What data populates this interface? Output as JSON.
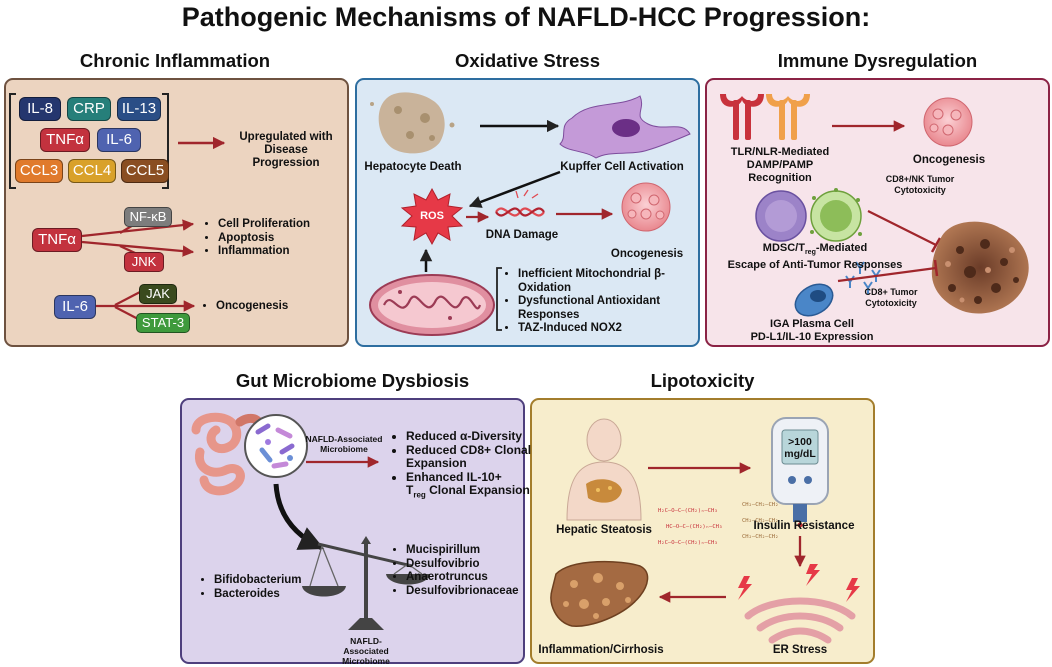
{
  "title": "Pathogenic Mechanisms of NAFLD-HCC Progression:",
  "chronic": {
    "title": "Chronic Inflammation",
    "cytokines": [
      "IL-8",
      "CRP",
      "IL-13",
      "TNFα",
      "IL-6",
      "CCL3",
      "CCL4",
      "CCL5"
    ],
    "upregulated": "Upregulated with Disease Progression",
    "tnf": "TNFα",
    "nfkb": "NF-κB",
    "jnk": "JNK",
    "tnf_effects": [
      "Cell Proliferation",
      "Apoptosis",
      "Inflammation"
    ],
    "il6": "IL-6",
    "jak": "JAK",
    "stat3": "STAT-3",
    "oncogenesis": "Oncogenesis",
    "colors": {
      "bg": "#ecd4c0",
      "border": "#6e5240"
    }
  },
  "oxidative": {
    "title": "Oxidative Stress",
    "hepatocyte_death": "Hepatocyte Death",
    "kupffer": "Kupffer Cell Activation",
    "ros": "ROS",
    "dna_damage": "DNA Damage",
    "oncogenesis": "Oncogenesis",
    "mito_effects": [
      "Inefficient Mitochondrial β-Oxidation",
      "Dysfunctional Antioxidant Responses",
      "TAZ-Induced NOX2"
    ],
    "colors": {
      "bg": "#dbe8f4",
      "border": "#2e6ea0",
      "ros": "#e63947"
    }
  },
  "immune": {
    "title": "Immune Dysregulation",
    "tlr": "TLR/NLR-Mediated DAMP/PAMP Recognition",
    "oncogenesis": "Oncogenesis",
    "cd8nk": "CD8+/NK Tumor Cytotoxicity",
    "mdsc_prefix": "MDSC/T",
    "mdsc_sub": "reg",
    "mdsc_suffix": "-Mediated",
    "mdsc_line2": "Escape of Anti-Tumor Responses",
    "cd8": "CD8+ Tumor Cytotoxicity",
    "iga": "IGA Plasma Cell",
    "pdl1": "PD-L1/IL-10 Expression",
    "colors": {
      "bg": "#f7e4ea",
      "border": "#8b2345"
    }
  },
  "gut": {
    "title": "Gut Microbiome Dysbiosis",
    "nafld_microbiome": "NAFLD-Associated Microbiome",
    "effects": [
      "Reduced α-Diversity",
      "Reduced CD8+ Clonal Expansion"
    ],
    "effect3_prefix": "Enhanced IL-10+",
    "effect3_t": "T",
    "effect3_sub": "reg",
    "effect3_suffix": "Clonal Expansion",
    "left_taxa": [
      "Bifidobacterium",
      "Bacteroides"
    ],
    "right_taxa": [
      "Mucispirillum",
      "Desulfovibrio",
      "Anaerotruncus",
      "Desulfovibrionaceae"
    ],
    "scale_label": "NAFLD-Associated Microbiome",
    "colors": {
      "bg": "#dcd3ec",
      "border": "#4e3f7d"
    }
  },
  "lipo": {
    "title": "Lipotoxicity",
    "glucose": ">100 mg/dL",
    "hepatic": "Hepatic Steatosis",
    "insulin": "Insulin Resistance",
    "er": "ER Stress",
    "cirrhosis": "Inflammation/Cirrhosis",
    "colors": {
      "bg": "#f7edcc",
      "border": "#a37d2c"
    }
  },
  "arrow_color": "#a0262c"
}
